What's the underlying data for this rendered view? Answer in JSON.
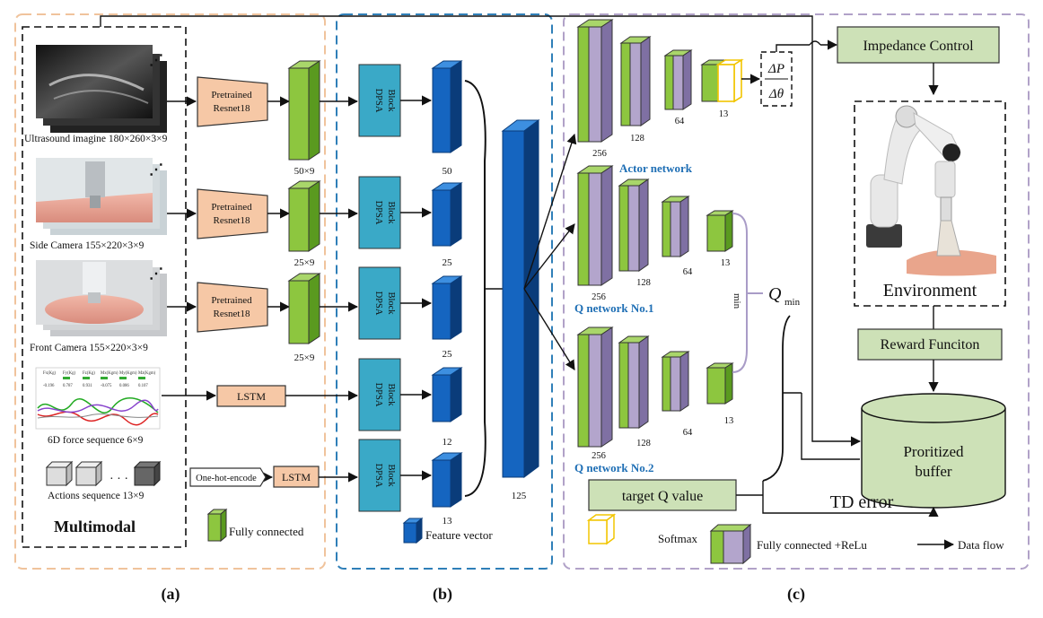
{
  "panels": {
    "a": {
      "label": "(a)",
      "title": "Multimodal"
    },
    "b": {
      "label": "(b)"
    },
    "c": {
      "label": "(c)"
    }
  },
  "inputs": [
    {
      "name": "ultrasound",
      "caption": "Ultrasound imagine 180×260×3×9",
      "encoder": "Pretrained\nResnet18",
      "fc_dim": "50×9",
      "feature_dim": "50"
    },
    {
      "name": "side-camera",
      "caption": "Side Camera 155×220×3×9",
      "encoder": "Pretrained\nResnet18",
      "fc_dim": "25×9",
      "feature_dim": "25"
    },
    {
      "name": "front-camera",
      "caption": "Front Camera  155×220×3×9",
      "encoder": "Pretrained\nResnet18",
      "fc_dim": "25×9",
      "feature_dim": "25"
    },
    {
      "name": "force",
      "caption": "6D force sequence  6×9",
      "encoder": "LSTM",
      "feature_dim": "12"
    },
    {
      "name": "actions",
      "caption": "Actions sequence  13×9",
      "encoder": "LSTM",
      "feature_dim": "13",
      "pre_encoder": "One-hot-encode"
    }
  ],
  "dpsa_label": "DPSA\nBlock",
  "concat_dim": "125",
  "legend_a": {
    "fully_connected": "Fully connected"
  },
  "legend_b": {
    "feature_vector": "Feature vector"
  },
  "networks": [
    {
      "name": "actor",
      "title": "Actor network",
      "dims": [
        "256",
        "128",
        "64",
        "13"
      ]
    },
    {
      "name": "q1",
      "title": "Q network No.1",
      "dims": [
        "256",
        "128",
        "64",
        "13"
      ]
    },
    {
      "name": "q2",
      "title": "Q network No.2",
      "dims": [
        "256",
        "128",
        "64",
        "13"
      ]
    }
  ],
  "action_output": {
    "line1": "ΔP",
    "line2": "Δθ"
  },
  "min_label": "min",
  "q_min": {
    "symbol": "Q",
    "subscript": "min"
  },
  "target_q": "target Q value",
  "td_error": "TD error",
  "right_blocks": {
    "impedance": "Impedance Control",
    "environment": "Environment",
    "reward": "Reward Funciton",
    "buffer": "Proritized\nbuffer"
  },
  "legend_c": {
    "softmax": "Softmax",
    "fc_relu": "Fully connected +ReLu",
    "data_flow": "Data flow"
  },
  "force_plot": {
    "headers": [
      "Fx(Kg)",
      "Fy(Kg)",
      "Fz(Kg)",
      "Mx(Kgm)",
      "My(Kgm)",
      "Mz(Kgm)"
    ],
    "values": [
      "-0.196",
      "0.787",
      "0.931",
      "-0.075",
      "0.086",
      "0.107"
    ]
  },
  "colors": {
    "green": "#8dc63f",
    "green_dark": "#5a9a1f",
    "purple": "#b3a5cc",
    "blue": "#1565c0",
    "blue_dark": "#0a3c7a",
    "teal": "#3aa9c7",
    "orange": "#f6c8a6",
    "sage": "#cde1b7",
    "panel_a": "#f0c39c",
    "panel_b": "#2f7fb8",
    "panel_c": "#b1a2c8",
    "net_title": "#1f6fb5",
    "softmax": "#f2c500"
  }
}
